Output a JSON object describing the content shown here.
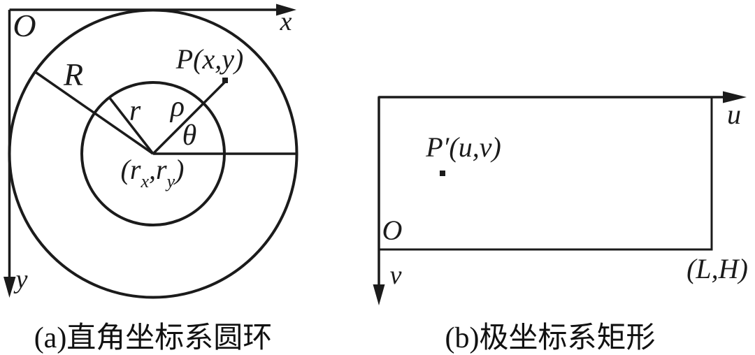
{
  "colors": {
    "ink": "#1b1b1b",
    "region_fill": "#c9c9c9",
    "background": "#ffffff"
  },
  "panel_a": {
    "caption": "(a)直角坐标系圆环",
    "labels": {
      "origin": "O",
      "x_axis": "x",
      "y_axis": "y",
      "outer_radius": "R",
      "inner_radius": "r",
      "rho": "ρ",
      "theta": "θ",
      "point": "P(x,y)",
      "center_parts": [
        "(r",
        "x",
        ",r",
        "y",
        ")"
      ]
    }
  },
  "panel_b": {
    "caption": "(b)极坐标系矩形",
    "labels": {
      "origin": "O",
      "u_axis": "u",
      "v_axis": "v",
      "point": "P′(u,v)",
      "corner": "(L,H)"
    }
  }
}
